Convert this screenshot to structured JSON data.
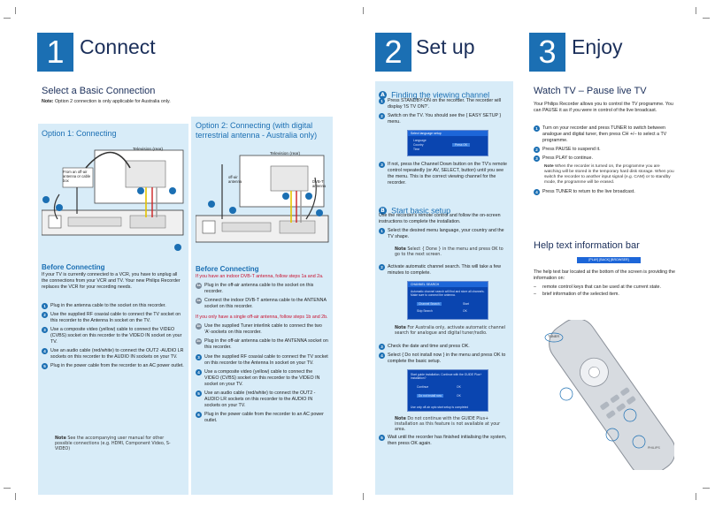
{
  "connect": {
    "num": "1",
    "title": "Connect",
    "basic_heading": "Select a Basic Connection",
    "basic_note_label": "Note:",
    "basic_note": "Option 2 connection is only applicable for Australia only.",
    "option1_heading": "Option 1: Connecting",
    "tv_rear": "Television (rear)",
    "from_antenna": "From an off-air antenna or cable box",
    "before_heading": "Before Connecting",
    "before_text": "If your TV is currently connected to a VCR, you have to unplug all the connections from your VCR and TV. Your new Philips Recorder replaces the VCR for your recording needs.",
    "steps": [
      "Plug in the antenna cable to the socket on this recorder.",
      "Use the supplied RF coaxial cable to connect the TV socket on this recorder to the Antenna In socket on the TV.",
      "Use a composite video (yellow) cable to connect the VIDEO (CVBS) socket on this recorder to the VIDEO IN socket on your TV.",
      "Use an audio cable (red/white) to connect the OUT2 -AUDIO LR sockets on this recorder to the AUDIO IN sockets on your TV.",
      "Plug in the power cable from the recorder to an AC power outlet."
    ],
    "note_label": "Note",
    "note": "See the accompanying user manual for other possible connections (e.g. HDMI, Component Video, S-VIDEO)"
  },
  "option2": {
    "heading": "Option 2: Connecting (with digital terrestrial antenna - Australia only)",
    "tv_rear": "Television (rear)",
    "off_air": "off-air antenna",
    "dvbt": "DVB-T antenna",
    "before_heading": "Before Connecting",
    "red1": "If you have an indoor DVB-T antenna, follow steps 1a and 2a.",
    "step_1a": "Plug in the off-air antenna cable to the socket on this recorder.",
    "step_2a": "Connect the indoor DVB-T antenna cable to the ANTENNA socket on this recorder.",
    "red2": "If you only have a single off-air antenna, follow steps 1b and 2b.",
    "step_1b": "Use the supplied Tuner interlink cable to connect the two 'A'-sockets on this recorder.",
    "step_2b": "Plug in the off-air antenna cable to the ANTENNA socket on this recorder.",
    "steps": [
      "Use the supplied RF coaxial cable to connect the TV socket on this recorder to the Antenna In socket on your TV.",
      "Use a composite video (yellow) cable to connect the VIDEO (CVBS) socket on this recorder to the VIDEO IN socket on your TV.",
      "Use an audio cable (red/white) to connect the OUT2 -AUDIO LR sockets on this recorder to the AUDIO IN sockets on your TV.",
      "Plug in the power cable from the recorder to an AC power outlet."
    ]
  },
  "setup": {
    "num": "2",
    "title": "Set up",
    "a_heading": "Finding the viewing channel",
    "a_steps": [
      "Press STANDBY-ON on the recorder. The recorder will display 'IS TV ON?'.",
      "Switch on the TV. You should see the { EASY SETUP } menu.",
      "If not, press the Channel Down button on the TV's remote control repeatedly (or AV, SELECT, button) until you see the menu. This is the correct viewing channel for the recorder."
    ],
    "easy_screen": {
      "bar": "Select language setup",
      "row1": "Language",
      "row2": "Country",
      "row3": "Time",
      "btn": "Press OK"
    },
    "b_heading": "Start basic setup",
    "b_intro": "Use the recorder's remote control and follow the on-screen instructions to complete the installation.",
    "b_steps": [
      "Select the desired menu language, your country and the TV shape.",
      "Activate automatic channel search. This will take a few minutes to complete.",
      "Check the date and time and press OK.",
      "Select { Do not install now } in the menu and press OK to complete the basic setup.",
      "Wait until the recorder has finished initialising the system, then press OK again."
    ],
    "note1": "Select { Done } in the menu and press OK to go to the next screen.",
    "note2": "For Australia only, activate automatic channel search for analogue and digital tuner/radio.",
    "note3": "Do not continue with the GUIDE Plus+ installation as this feature is not available at your area.",
    "ch_screen": {
      "bar": "CHANNEL SEARCH",
      "info": "Automatic channel search will find and store all channels. Make sure to connect the antenna.",
      "r1": "Channel Search",
      "r1v": "Start",
      "r2": "Skip Search",
      "r2v": "OK"
    },
    "guide_screen": {
      "info": "Start guide installation. Continue with the GUIDE Plus+ installation?",
      "r1": "Continue",
      "r1v": "OK",
      "r2": "Do not install now",
      "r2v": "OK",
      "foot": "Use only off-air upto start setup is completed"
    },
    "note_label": "Note"
  },
  "enjoy": {
    "num": "3",
    "title": "Enjoy",
    "watch_heading": "Watch TV – Pause live TV",
    "watch_intro": "Your Philips Recorder allows you to control the TV programme. You can PAUSE it as if you were in control of the live broadcast.",
    "steps": [
      "Turn on your recorder and press TUNER to switch between analogue and digital tuner, then press CH +/– to select a TV programme.",
      "Press PAUSE to suspend it.",
      "Press PLAY to continue.",
      "Press TUNER to return to the live broadcast."
    ],
    "note_label": "Note",
    "note": "When the recorder is turned on, the programme you are watching will be stored in the temporary hard disk storage. When you switch the recorder to another input signal (e.g. CAM) or to standby mode, the programme will be erased.",
    "help_heading": "Help text information bar",
    "help_bar": "[PLAY] [BACK] [BROWSER]",
    "help_text": "The help text bar located at the bottom of the screen is providing the information on:",
    "bullets": [
      "remote control keys that can be used at the current state.",
      "brief information of the selected item."
    ],
    "remote": {
      "tuner": "TUNER",
      "brand": "PHILIPS"
    }
  }
}
